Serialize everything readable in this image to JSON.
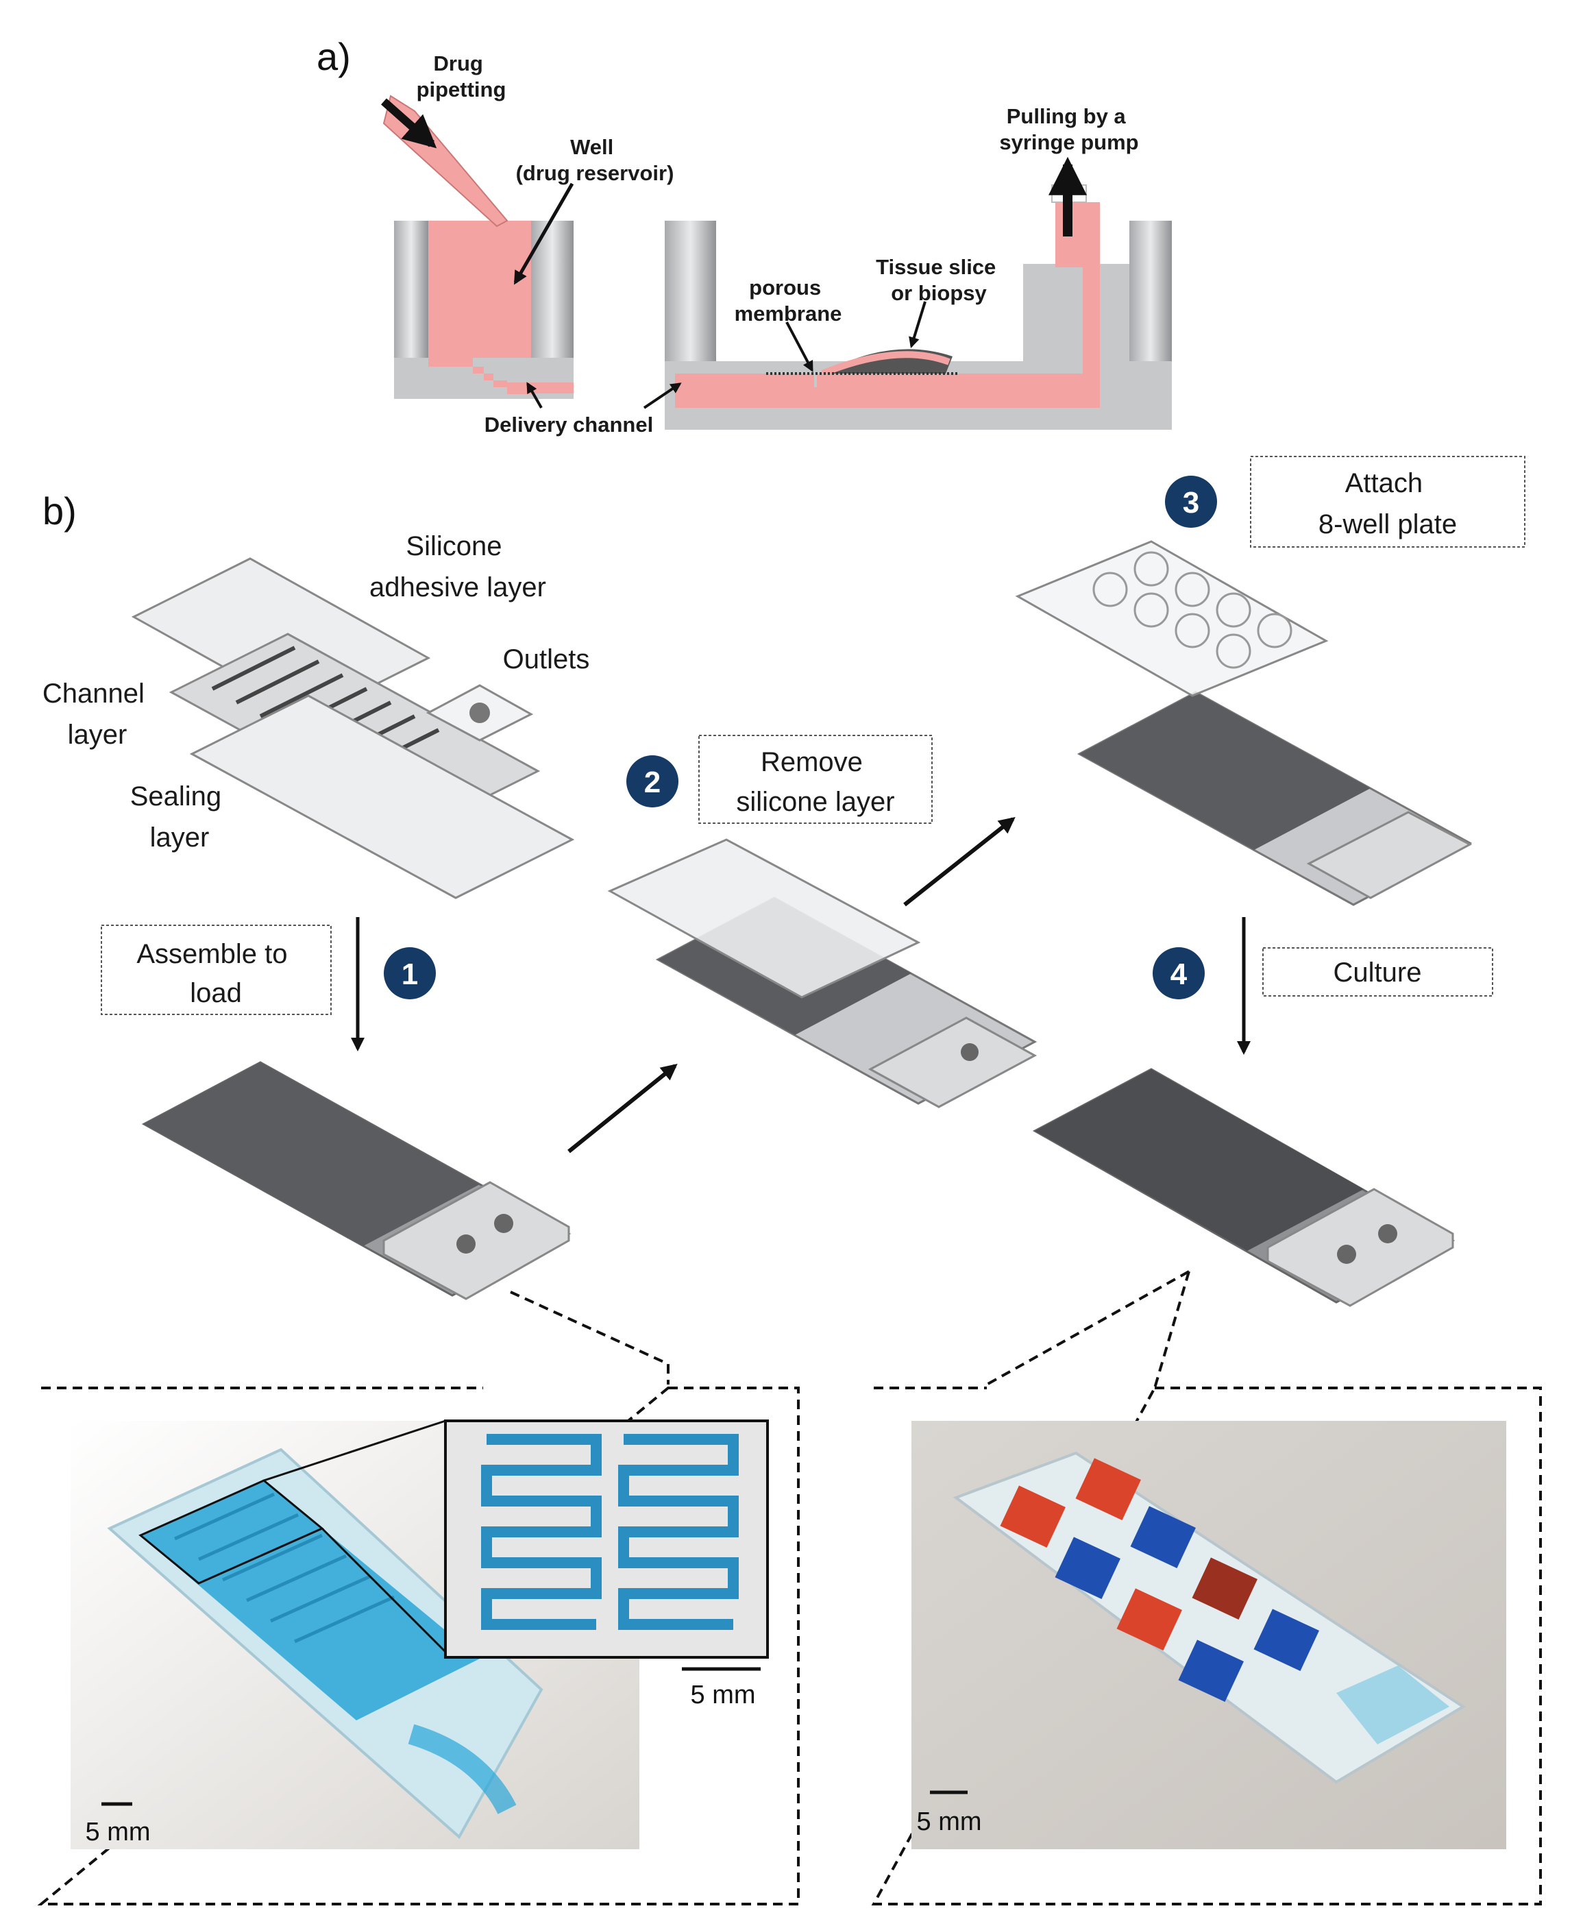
{
  "panel_a": {
    "label": "a)",
    "drug_pipetting": [
      "Drug",
      "pipetting"
    ],
    "well": [
      "Well",
      "(drug reservoir)"
    ],
    "pulling": [
      "Pulling by a",
      "syringe pump"
    ],
    "tissue": [
      "Tissue slice",
      "or biopsy"
    ],
    "membrane": [
      "porous",
      "membrane"
    ],
    "delivery": "Delivery channel"
  },
  "panel_b": {
    "label": "b)",
    "silicone": [
      "Silicone",
      "adhesive layer"
    ],
    "outlets": "Outlets",
    "channel": [
      "Channel",
      "layer"
    ],
    "sealing": [
      "Sealing",
      "layer"
    ],
    "steps": [
      {
        "num": "1",
        "text": [
          "Assemble to",
          "load"
        ]
      },
      {
        "num": "2",
        "text": [
          "Remove",
          "silicone layer"
        ]
      },
      {
        "num": "3",
        "text": [
          "Attach",
          "8-well plate"
        ]
      },
      {
        "num": "4",
        "text": [
          "Culture"
        ]
      }
    ],
    "scale_labels": [
      "5 mm",
      "5 mm",
      "5 mm"
    ]
  },
  "colors": {
    "fluid": "#f4a3a3",
    "chip_dark": "#5a5c60",
    "chip_glass": "#e8eaec",
    "step_badge": "#153a66",
    "blue_dye": "#2aa6d8",
    "red_dye": "#d9442a"
  }
}
